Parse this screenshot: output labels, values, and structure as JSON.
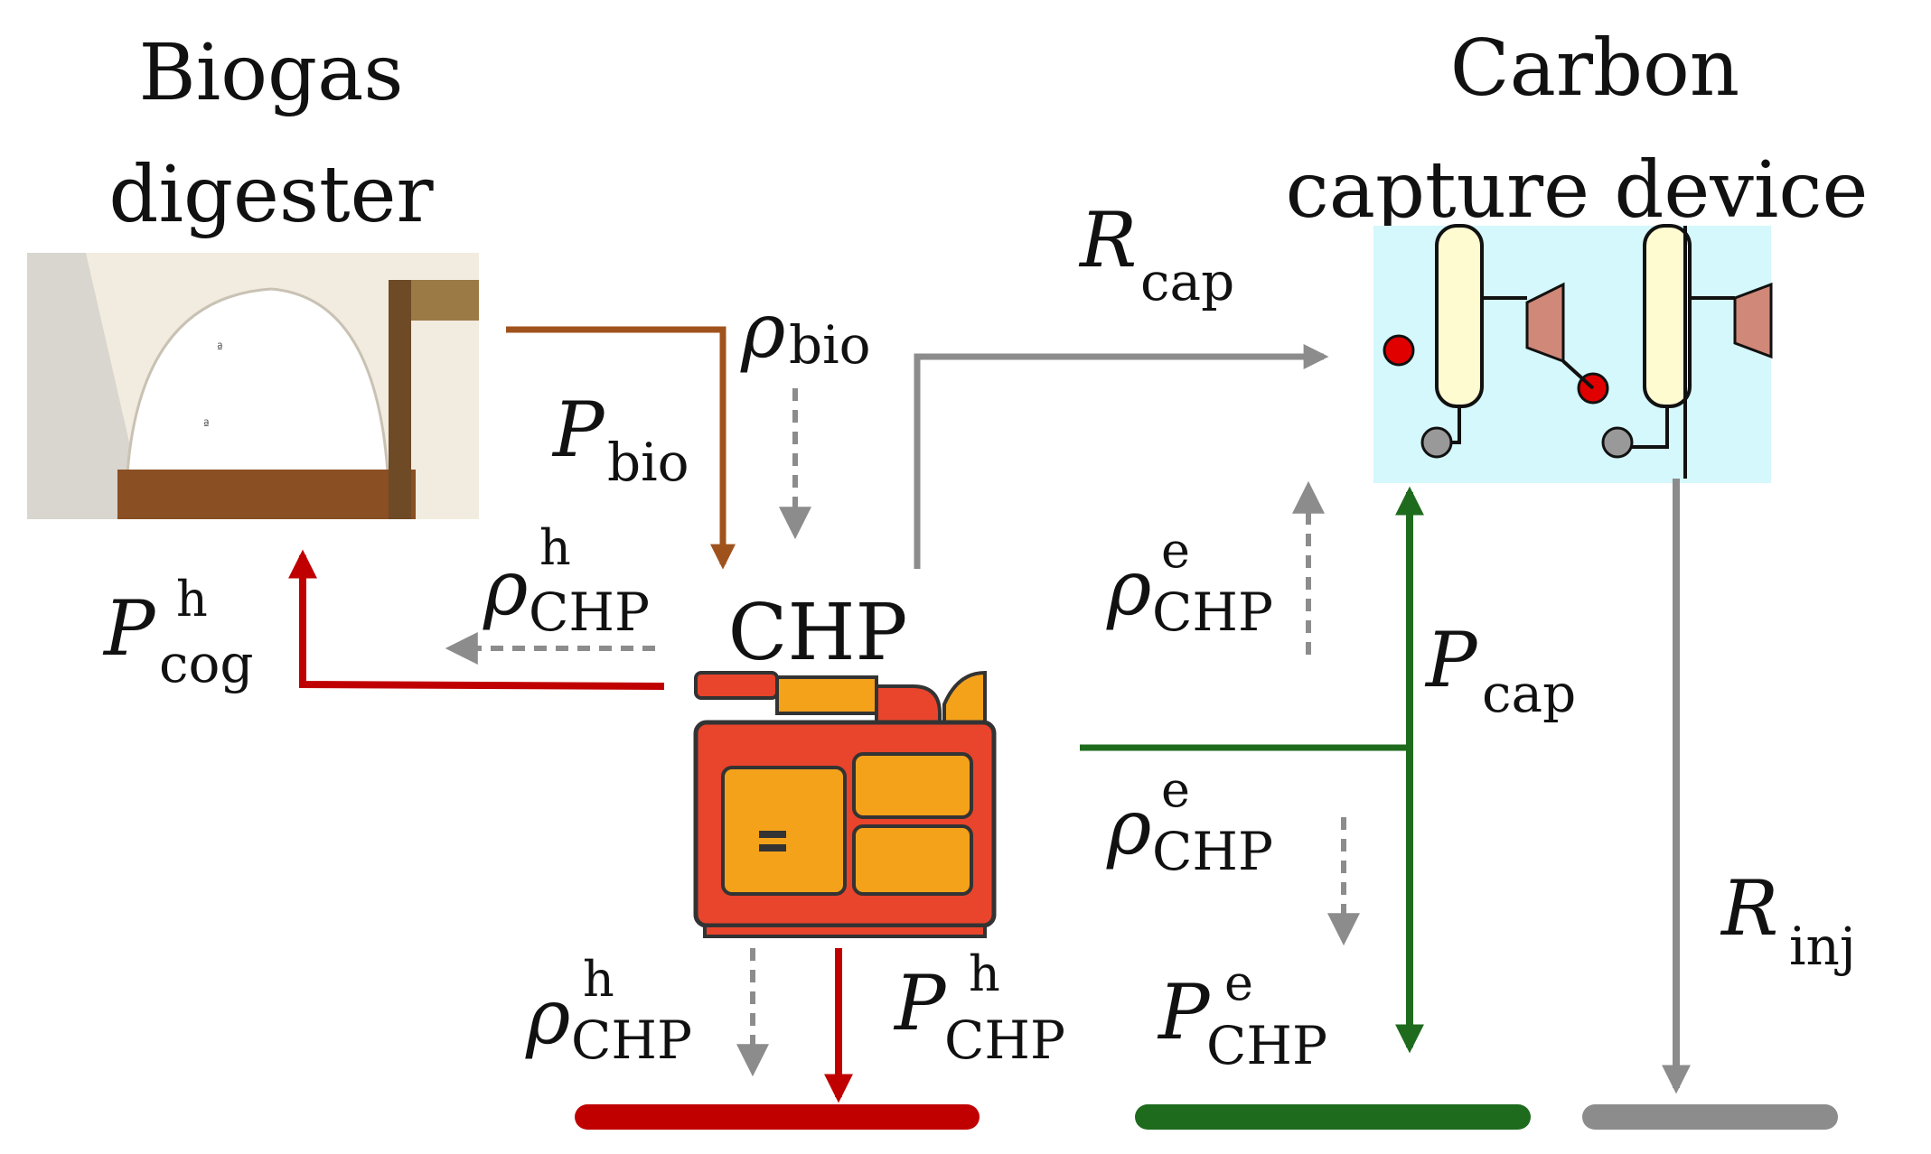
{
  "nodes": {
    "digester": {
      "title_line1": "Biogas",
      "title_line2": "digester"
    },
    "carbon_capture": {
      "title_line1": "Carbon",
      "title_line2": "capture device"
    },
    "chp": {
      "title": "CHP"
    }
  },
  "flows": {
    "r_cap": {
      "sym": "R",
      "sub": "cap"
    },
    "rho_bio": {
      "sym": "ρ",
      "sub": "bio"
    },
    "p_bio": {
      "sym": "P",
      "sub": "bio"
    },
    "rho_chp_h_left": {
      "sym": "ρ",
      "sup": "h",
      "sub": "CHP"
    },
    "p_cog_h": {
      "sym": "P",
      "sup": "h",
      "sub": "cog"
    },
    "rho_chp_e_upper": {
      "sym": "ρ",
      "sup": "e",
      "sub": "CHP"
    },
    "p_cap": {
      "sym": "P",
      "sub": "cap"
    },
    "rho_chp_e_lower": {
      "sym": "ρ",
      "sup": "e",
      "sub": "CHP"
    },
    "r_inj": {
      "sym": "R",
      "sub": "inj"
    },
    "rho_chp_h_bottom": {
      "sym": "ρ",
      "sup": "h",
      "sub": "CHP"
    },
    "p_chp_h": {
      "sym": "P",
      "sup": "h",
      "sub": "CHP"
    },
    "p_chp_e": {
      "sym": "P",
      "sup": "e",
      "sub": "CHP"
    }
  },
  "colors": {
    "biogas_flow": "#a0521d",
    "heat_flow": "#c00000",
    "electric_flow": "#1e6b1e",
    "carbon_flow": "#8c8c8c",
    "price_signal": "#8c8c8c",
    "capture_bg": "#d4f8fb",
    "chp_body": "#e8452c",
    "chp_panel": "#f5a21b"
  }
}
